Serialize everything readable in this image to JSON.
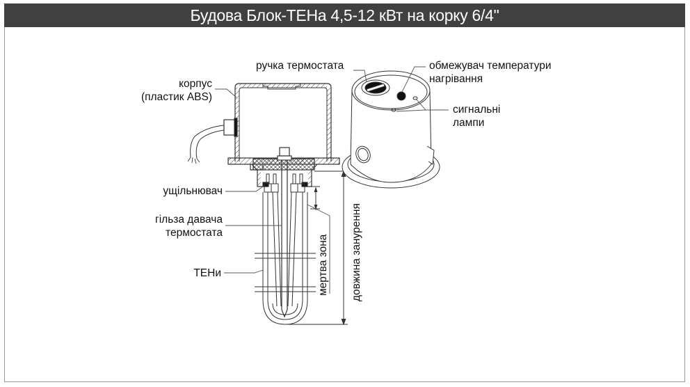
{
  "title": "Будова Блок-ТЕНа 4,5-12 кВт на корку 6/4\"",
  "labels": {
    "housing": [
      "корпус",
      "(пластик ABS)"
    ],
    "thermostat_knob": "ручка термостата",
    "temperature_limiter": [
      "обмежувач температури",
      "нагрівання"
    ],
    "signal_lamps": [
      "сигнальні",
      "лампи"
    ],
    "seal": "ущільнювач",
    "sensor_sleeve": [
      "гільза давача",
      "термостата"
    ],
    "heating_elements": "ТЕНи",
    "dead_zone": "мертва зона",
    "immersion_length": "довжина занурення"
  },
  "colors": {
    "title_bg": "#404040",
    "title_text": "#ffffff",
    "line": "#333333",
    "frame": "#9a9a9a"
  }
}
